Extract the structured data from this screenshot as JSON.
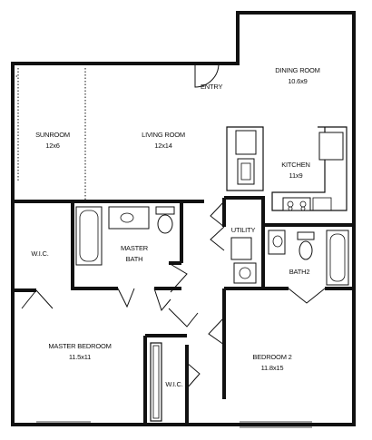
{
  "rooms": {
    "entry": {
      "name": "ENTRY"
    },
    "dining": {
      "name": "DINING ROOM",
      "size": "10.6x9"
    },
    "sunroom": {
      "name": "SUNROOM",
      "size": "12x6"
    },
    "living": {
      "name": "LIVING ROOM",
      "size": "12x14"
    },
    "kitchen": {
      "name": "KITCHEN",
      "size": "11x9"
    },
    "utility": {
      "name": "UTILITY"
    },
    "wic1": {
      "name": "W.I.C."
    },
    "master_bath": {
      "line1": "MASTER",
      "line2": "BATH"
    },
    "bath2": {
      "name": "BATH2"
    },
    "master_bedroom": {
      "name": "MASTER BEDROOM",
      "size": "11.5x11"
    },
    "wic2": {
      "name": "W.I.C."
    },
    "bedroom2": {
      "name": "BEDROOM 2",
      "size": "11.8x15"
    }
  }
}
